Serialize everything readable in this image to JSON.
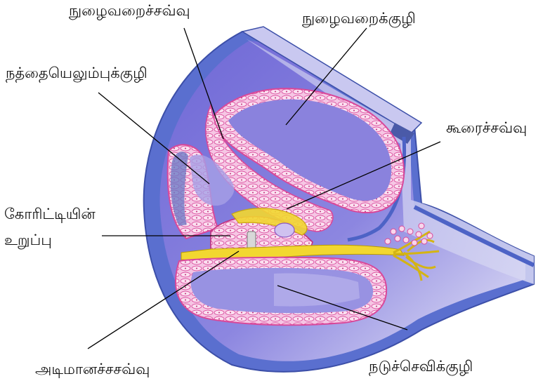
{
  "labels": {
    "scala_vestibuli_membrane": "நுழைவறைச்சவ்வு",
    "scala_vestibuli": "நுழைவறைக்குழி",
    "scala_tympani": "நத்தையெலும்புக்குழி",
    "tectorial_membrane": "கூரைச்சவ்வு",
    "organ_of_corti_line1": "கோரிட்டியின்",
    "organ_of_corti_line2": "உறுப்பு",
    "basilar_membrane": "அடிமானச்சசவ்வு",
    "scala_media": "நடுச்செவிக்குழி"
  },
  "colors": {
    "outer_blue": "#5a6fcf",
    "inner_purple": "#8a82dd",
    "light_lavender": "#c9c8f0",
    "cell_pink": "#f4b6dc",
    "cell_border": "#d9489a",
    "nerve_yellow": "#f2d730",
    "shaft_gray": "#a9a9d6"
  }
}
